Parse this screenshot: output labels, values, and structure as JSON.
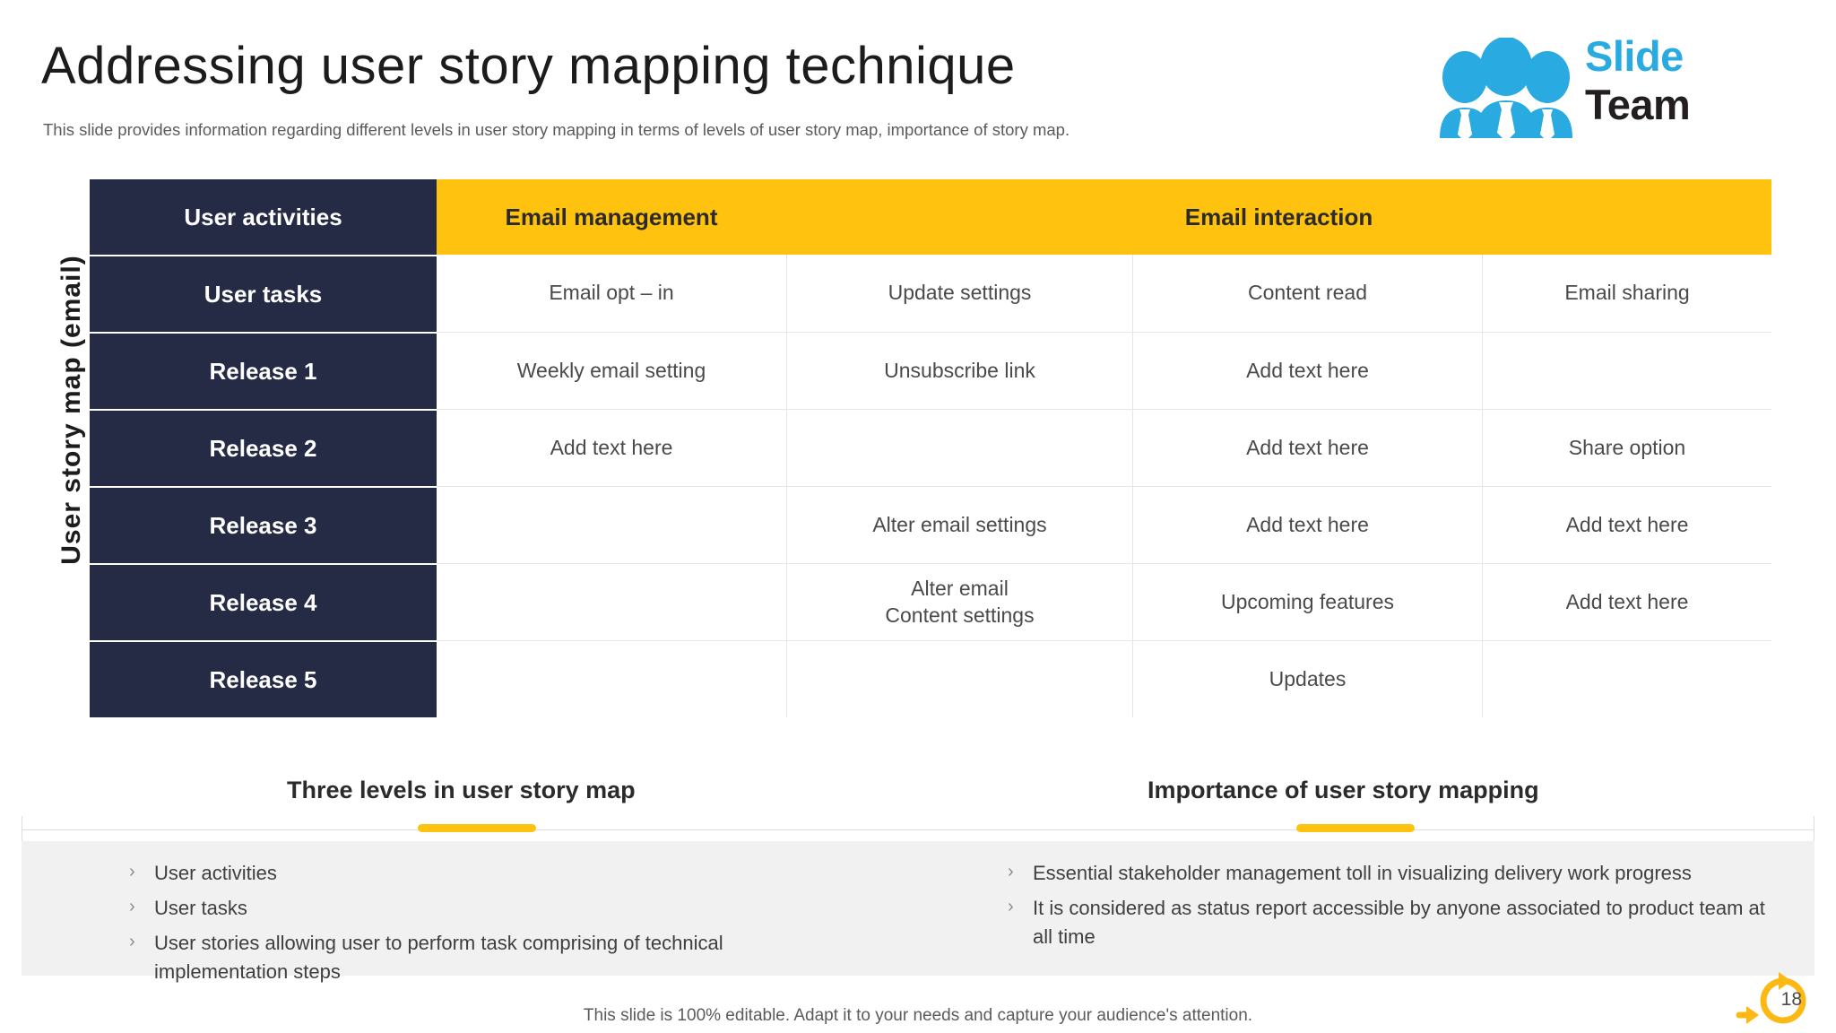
{
  "header": {
    "title": "Addressing user story mapping technique",
    "subtitle": "This slide provides information regarding different levels in user story mapping in terms of levels of user story map, importance of story map."
  },
  "logo": {
    "word1": "Slide",
    "word2": "Team",
    "mark": "three-people-icon",
    "color_blue": "#29abe2",
    "color_dark": "#231f20"
  },
  "axis_label": "User story map (email)",
  "table": {
    "header": {
      "corner": "User activities",
      "groups": [
        {
          "label": "Email management"
        },
        {
          "label": "Email interaction"
        }
      ]
    },
    "rows": [
      {
        "label": "User tasks",
        "cells": [
          "Email opt – in",
          "Update settings",
          "Content read",
          "Email sharing"
        ]
      },
      {
        "label": "Release 1",
        "cells": [
          "Weekly email setting",
          "Unsubscribe link",
          "Add text here",
          ""
        ]
      },
      {
        "label": "Release 2",
        "cells": [
          "Add text here",
          "",
          "Add text here",
          "Share option"
        ]
      },
      {
        "label": "Release 3",
        "cells": [
          "",
          "Alter email settings",
          "Add text here",
          "Add text here"
        ]
      },
      {
        "label": "Release 4",
        "cells": [
          "",
          "Alter email\nContent settings",
          "Upcoming features",
          "Add text here"
        ]
      },
      {
        "label": "Release 5",
        "cells": [
          "",
          "",
          "Updates",
          ""
        ]
      }
    ],
    "colors": {
      "header_accent": "#ffc20e",
      "row_header": "#262b45",
      "grid": "#e6e6e8"
    }
  },
  "sections": {
    "left": {
      "title": "Three levels in user story map",
      "bullets": [
        "User activities",
        "User tasks",
        "User stories allowing user to perform task comprising of technical implementation steps"
      ]
    },
    "right": {
      "title": "Importance of user story mapping",
      "bullets": [
        "Essential stakeholder management toll in visualizing delivery work progress",
        "It is considered as status report accessible by anyone associated to product team at all time"
      ]
    },
    "bullet_glyph": "›"
  },
  "footer": {
    "note": "This slide is 100% editable. Adapt it to your needs and capture your audience's attention.",
    "page_number": "18",
    "badge_icon": "circular-arrows-icon"
  }
}
